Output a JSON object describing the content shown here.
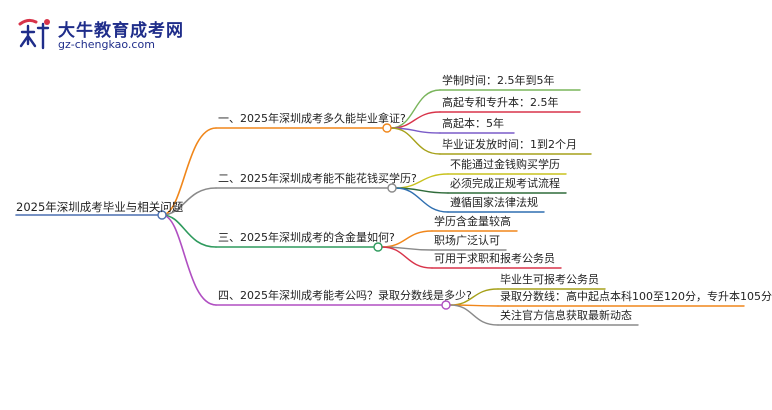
{
  "brand": {
    "name": "大牛教育成考网",
    "url": "gz-chengkao.com"
  },
  "colors": {
    "orange": "#f0861a",
    "gray": "#8a8a8a",
    "green": "#2e9a5d",
    "purple": "#b04fc2",
    "sub_green": "#7ab55c",
    "sub_red": "#d8344a",
    "sub_purple": "#7a5bc8",
    "sub_olive": "#a6a11a",
    "sub_yellow": "#c8c21e",
    "sub_darkgreen": "#2f6b3a",
    "sub_blue": "#2f6fb0",
    "logo_blue": "#1f2d8a",
    "logo_red": "#d8344a"
  },
  "mindmap": {
    "root": "2025年深圳成考毕业与相关问题",
    "branches": [
      {
        "label": "一、2025年深圳成考多久能毕业拿证?",
        "color": "orange",
        "children": [
          {
            "label": "学制时间：2.5年到5年",
            "color": "sub_green"
          },
          {
            "label": "高起专和专升本：2.5年",
            "color": "sub_red"
          },
          {
            "label": "高起本：5年",
            "color": "sub_purple"
          },
          {
            "label": "毕业证发放时间：1到2个月",
            "color": "sub_olive"
          }
        ]
      },
      {
        "label": "二、2025年深圳成考能不能花钱买学历?",
        "color": "gray",
        "children": [
          {
            "label": "不能通过金钱购买学历",
            "color": "sub_yellow"
          },
          {
            "label": "必须完成正规考试流程",
            "color": "sub_darkgreen"
          },
          {
            "label": "遵循国家法律法规",
            "color": "sub_blue"
          }
        ]
      },
      {
        "label": "三、2025年深圳成考的含金量如何?",
        "color": "green",
        "children": [
          {
            "label": "学历含金量较高",
            "color": "orange"
          },
          {
            "label": "职场广泛认可",
            "color": "gray"
          },
          {
            "label": "可用于求职和报考公务员",
            "color": "sub_red"
          }
        ]
      },
      {
        "label": "四、2025年深圳成考能考公吗？录取分数线是多少?",
        "color": "purple",
        "children": [
          {
            "label": "毕业生可报考公务员",
            "color": "sub_olive"
          },
          {
            "label": "录取分数线：高中起点本科100至120分，专升本105分",
            "color": "orange"
          },
          {
            "label": "关注官方信息获取最新动态",
            "color": "gray"
          }
        ]
      }
    ]
  }
}
